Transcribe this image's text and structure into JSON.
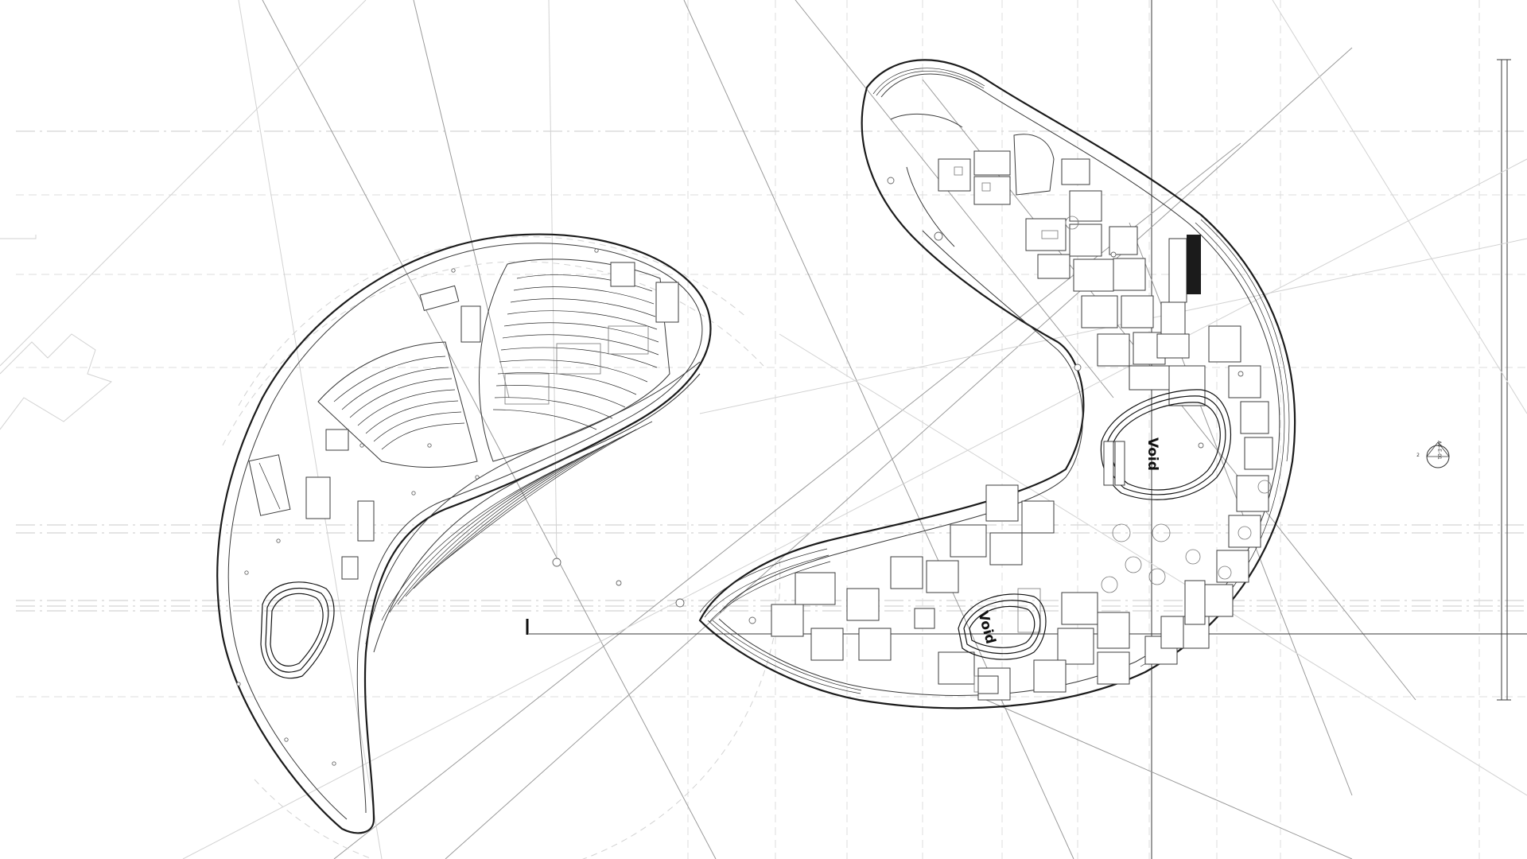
{
  "labels": {
    "void_1": "Void",
    "void_2": "Void",
    "section_tag_code": "A0-E-01",
    "section_tag_number": "2"
  },
  "colors": {
    "linework": "#1b1b1b",
    "grid": "#c8c8c8",
    "background": "#ffffff"
  }
}
